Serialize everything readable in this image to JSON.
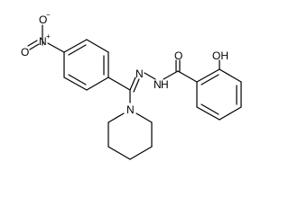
{
  "molecule": {
    "atoms": {
      "nitro_o_left": "O",
      "nitro_n": "N",
      "nitro_n_charge": "+",
      "nitro_o_bottom": "O",
      "nitro_o_bottom_charge": "−",
      "hydrazone_n": "N",
      "hydrazide_n": "N",
      "hydrazide_h": "H",
      "carbonyl_o": "O",
      "hydroxyl": "OH",
      "piperidine_n": "N"
    }
  }
}
